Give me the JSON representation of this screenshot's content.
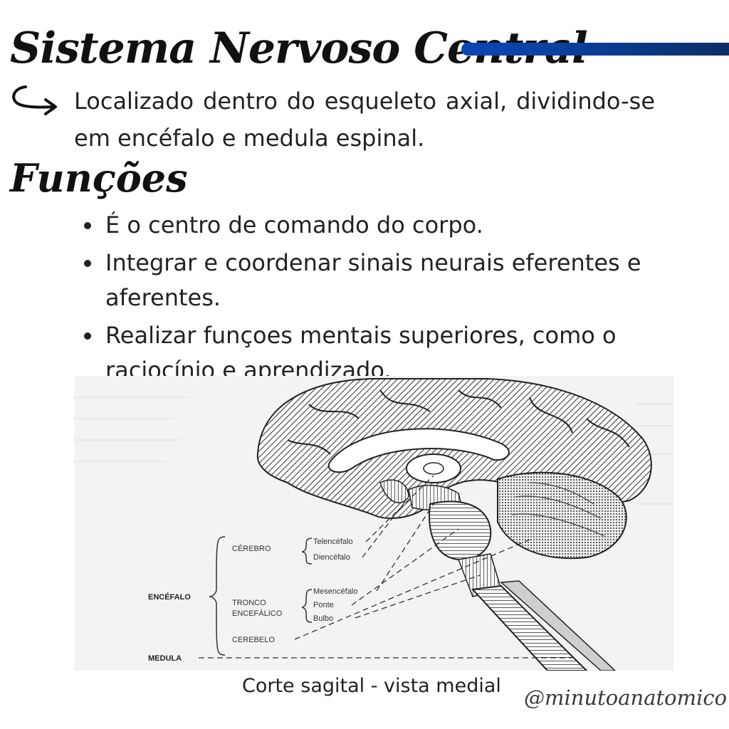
{
  "header": {
    "title": "Sistema Nervoso Central",
    "accent_color": "#0a47b8",
    "arrow_icon": "curved-arrow-icon"
  },
  "intro": {
    "text": "Localizado dentro do esqueleto axial, dividindo-se em encéfalo e medula espinal."
  },
  "functions": {
    "title": "Funções",
    "items": [
      "É o centro de comando do corpo.",
      "Integrar e coordenar sinais neurais eferentes e aferentes.",
      "Realizar funçoes mentais superiores, como o raciocínio e aprendizado."
    ]
  },
  "figure": {
    "labels": {
      "encefalo": "ENCÉFALO",
      "cerebro": "CÉREBRO",
      "telencefalo": "Telencéfalo",
      "diencefalo": "Diencéfalo",
      "tronco_1": "TRONCO",
      "tronco_2": "ENCEFÁLICO",
      "mesencefalo": "Mesencéfalo",
      "ponte": "Ponte",
      "bulbo": "Bulbo",
      "cerebelo": "CEREBELO",
      "medula": "MEDULA"
    },
    "caption": "Corte sagital - vista medial"
  },
  "footer": {
    "handle": "@minutoanatomico"
  }
}
